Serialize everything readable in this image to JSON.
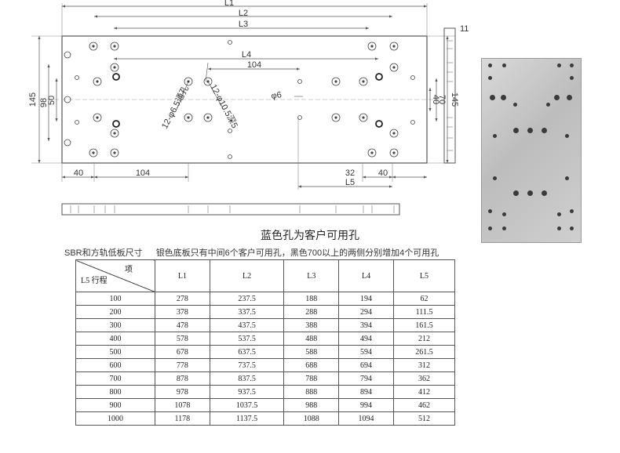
{
  "drawing": {
    "dims": {
      "L1": "L1",
      "L2": "L2",
      "L3": "L3",
      "L4": "L4",
      "L5": "L5",
      "w104_top": "104",
      "w104_bottom": "104",
      "w40_left": "40",
      "w40_right": "40",
      "w32": "32",
      "h145_left": "145",
      "h145_right": "145",
      "h98": "98",
      "h50": "50",
      "h70": "70",
      "h40": "40",
      "t11": "11"
    },
    "hole_labels": {
      "a": "12-φ6.5通孔",
      "b": "12-φ10.5深5",
      "c": "φ6"
    }
  },
  "caption": "蓝色孔为客户可用孔",
  "subtitle": {
    "left": "SBR和方轨低板尺寸",
    "right": "银色底板只有中间6个客户可用孔，黑色700以上的两侧分别增加4个可用孔"
  },
  "table": {
    "corner_top": "项",
    "corner_bottom": "L5 行程",
    "headers": [
      "L1",
      "L2",
      "L3",
      "L4",
      "L5"
    ],
    "rows": [
      [
        "100",
        "278",
        "237.5",
        "188",
        "194",
        "62"
      ],
      [
        "200",
        "378",
        "337.5",
        "288",
        "294",
        "111.5"
      ],
      [
        "300",
        "478",
        "437.5",
        "388",
        "394",
        "161.5"
      ],
      [
        "400",
        "578",
        "537.5",
        "488",
        "494",
        "212"
      ],
      [
        "500",
        "678",
        "637.5",
        "588",
        "594",
        "261.5"
      ],
      [
        "600",
        "778",
        "737.5",
        "688",
        "694",
        "312"
      ],
      [
        "700",
        "878",
        "837.5",
        "788",
        "794",
        "362"
      ],
      [
        "800",
        "978",
        "937.5",
        "888",
        "894",
        "412"
      ],
      [
        "900",
        "1078",
        "1037.5",
        "988",
        "994",
        "462"
      ],
      [
        "1000",
        "1178",
        "1137.5",
        "1088",
        "1094",
        "512"
      ]
    ]
  }
}
